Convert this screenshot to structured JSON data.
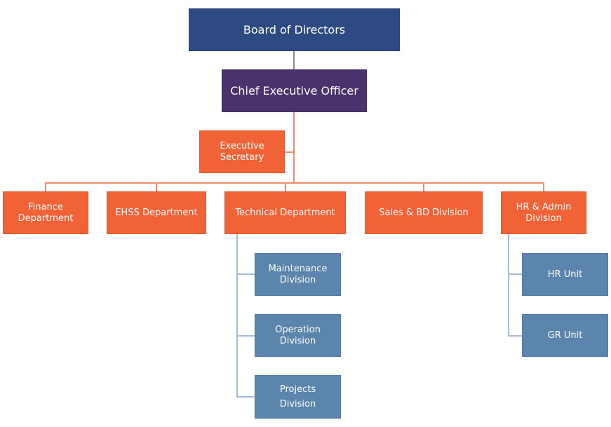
{
  "title": "Organizational Chart",
  "colors": {
    "board": "#2e4a83",
    "ceo": "#4a326c",
    "department": "#f26237",
    "sub_unit": "#5b85ad",
    "text": "#ffffff"
  },
  "nodes": {
    "board": "Board of Directors",
    "ceo": "Chief Executive Officer",
    "secretary": "Executive\nSecretary",
    "departments": [
      "Finance\nDepartment",
      "EHSS Department",
      "Technical Department",
      "Sales & BD Division",
      "HR & Admin\nDivision"
    ],
    "technical_divisions": [
      "Maintenance\nDivision",
      "Operation\nDivision",
      "Projects\nDivision"
    ],
    "hr_units": [
      "HR Unit",
      "GR Unit"
    ]
  }
}
